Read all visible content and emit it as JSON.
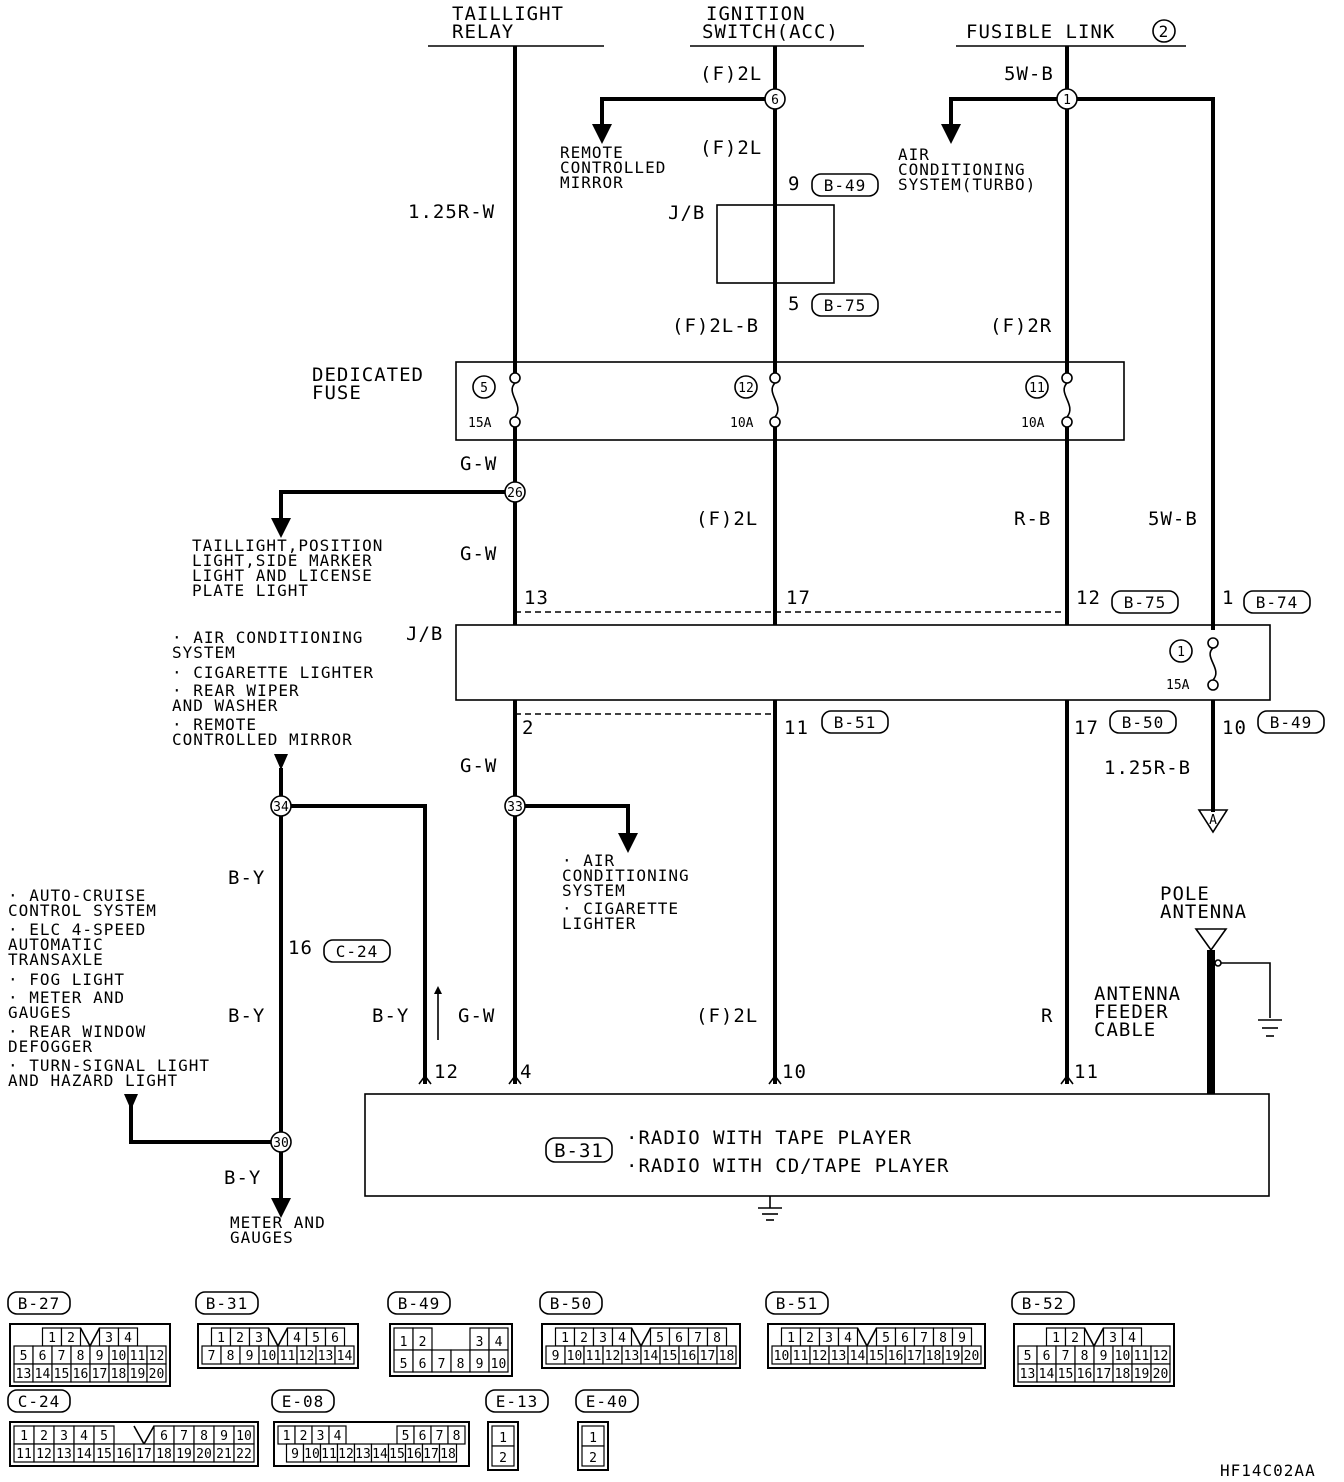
{
  "sources": {
    "taillight_relay": [
      "TAILLIGHT",
      "RELAY"
    ],
    "ignition_switch": [
      "IGNITION",
      "SWITCH(ACC)"
    ],
    "fusible_link": "FUSIBLE LINK",
    "fusible_link_num": "2"
  },
  "wires": {
    "f2l_top": "(F)2L",
    "f2l_mid": "(F)2L",
    "w5b": "5W-B",
    "r125w": "1.25R-W",
    "f2lb": "(F)2L-B",
    "f2r": "(F)2R",
    "gw1": "G-W",
    "gw2": "G-W",
    "gw3": "G-W",
    "gw4": "G-W",
    "f2l_3": "(F)2L",
    "rb": "R-B",
    "w5b_2": "5W-B",
    "r125b": "1.25R-B",
    "by1": "B-Y",
    "by2": "B-Y",
    "by3": "B-Y",
    "by4": "B-Y",
    "f2l_4": "(F)2L",
    "r": "R"
  },
  "splices": {
    "s6": "6",
    "s1": "1",
    "s26": "26",
    "s34": "34",
    "s33": "33",
    "s30": "30"
  },
  "branch_labels": {
    "remote_mirror": [
      "REMOTE",
      "CONTROLLED",
      "MIRROR"
    ],
    "ac_turbo": [
      "AIR",
      "CONDITIONING",
      "SYSTEM(TURBO)"
    ],
    "taillight_pos": [
      "TAILLIGHT,POSITION",
      "LIGHT,SIDE MARKER",
      "LIGHT AND LICENSE",
      "PLATE LIGHT"
    ],
    "left_list": [
      "· AIR CONDITIONING",
      "  SYSTEM",
      "· CIGARETTE LIGHTER",
      "· REAR WIPER",
      "  AND WASHER",
      "· REMOTE",
      "  CONTROLLED MIRROR"
    ],
    "ac_cig": [
      "· AIR",
      "  CONDITIONING",
      "  SYSTEM",
      "· CIGARETTE",
      "  LIGHTER"
    ],
    "cruise_list": [
      "· AUTO-CRUISE",
      "  CONTROL SYSTEM",
      "· ELC 4-SPEED",
      "  AUTOMATIC",
      "  TRANSAXLE",
      "· FOG LIGHT",
      "· METER AND",
      "  GAUGES",
      "· REAR WINDOW",
      "  DEFOGGER",
      "· TURN-SIGNAL LIGHT",
      "  AND HAZARD LIGHT"
    ],
    "meter_gauges": [
      "METER AND",
      "GAUGES"
    ],
    "pole_antenna": [
      "POLE",
      "ANTENNA"
    ],
    "antenna_cable": [
      "ANTENNA",
      "FEEDER",
      "CABLE"
    ],
    "arrow_a": "A"
  },
  "jb_label": "J/B",
  "jb_label2": "J/B",
  "dedicated_fuse": [
    "DEDICATED",
    "FUSE"
  ],
  "fuses": [
    {
      "num": "5",
      "amp": "15A"
    },
    {
      "num": "12",
      "amp": "10A"
    },
    {
      "num": "11",
      "amp": "10A"
    }
  ],
  "jb_fuse": {
    "num": "1",
    "amp": "15A"
  },
  "pins": {
    "p9": "9",
    "p5": "5",
    "p13": "13",
    "p17": "17",
    "p12": "12",
    "p1": "1",
    "p2": "2",
    "p11": "11",
    "p17b": "17",
    "p10": "10",
    "p16": "16",
    "r12": "12",
    "r4": "4",
    "r10": "10",
    "r11": "11"
  },
  "connectors": {
    "b49a": "B-49",
    "b75a": "B-75",
    "b75b": "B-75",
    "b74": "B-74",
    "b51": "B-51",
    "b50": "B-50",
    "b49b": "B-49",
    "c24": "C-24",
    "b31": "B-31"
  },
  "radio": [
    "·RADIO WITH TAPE PLAYER",
    "·RADIO WITH CD/TAPE PLAYER"
  ],
  "connector_views": [
    {
      "name": "B-27",
      "rows": [
        [
          "",
          "1",
          "2",
          "V",
          "3",
          "4",
          ""
        ],
        [
          "5",
          "6",
          "7",
          "8",
          "9",
          "10",
          "11",
          "12"
        ],
        [
          "13",
          "14",
          "15",
          "16",
          "17",
          "18",
          "19",
          "20"
        ]
      ]
    },
    {
      "name": "B-31",
      "rows": [
        [
          "1",
          "2",
          "3",
          "V",
          "4",
          "5",
          "6"
        ],
        [
          "7",
          "8",
          "9",
          "10",
          "11",
          "12",
          "13",
          "14"
        ]
      ]
    },
    {
      "name": "B-49",
      "rows": [
        [
          "1",
          "2",
          "",
          "",
          "3",
          "4"
        ],
        [
          "5",
          "6",
          "7",
          "8",
          "9",
          "10"
        ]
      ]
    },
    {
      "name": "B-50",
      "rows": [
        [
          "1",
          "2",
          "3",
          "4",
          "V",
          "5",
          "6",
          "7",
          "8"
        ],
        [
          "9",
          "10",
          "11",
          "12",
          "13",
          "14",
          "15",
          "16",
          "17",
          "18"
        ]
      ]
    },
    {
      "name": "B-51",
      "rows": [
        [
          "1",
          "2",
          "3",
          "4",
          "V",
          "5",
          "6",
          "7",
          "8",
          "9"
        ],
        [
          "10",
          "11",
          "12",
          "13",
          "14",
          "15",
          "16",
          "17",
          "18",
          "19",
          "20"
        ]
      ]
    },
    {
      "name": "B-52",
      "rows": [
        [
          "",
          "1",
          "2",
          "V",
          "3",
          "4",
          ""
        ],
        [
          "5",
          "6",
          "7",
          "8",
          "9",
          "10",
          "11",
          "12"
        ],
        [
          "13",
          "14",
          "15",
          "16",
          "17",
          "18",
          "19",
          "20"
        ]
      ]
    },
    {
      "name": "C-24",
      "rows": [
        [
          "1",
          "2",
          "3",
          "4",
          "5",
          "",
          "V",
          "6",
          "7",
          "8",
          "9",
          "10"
        ],
        [
          "11",
          "12",
          "13",
          "14",
          "15",
          "16",
          "17",
          "18",
          "19",
          "20",
          "21",
          "22"
        ]
      ]
    },
    {
      "name": "E-08",
      "rows": [
        [
          "1",
          "2",
          "3",
          "4",
          "",
          "",
          "",
          "5",
          "6",
          "7",
          "8"
        ],
        [
          "9",
          "10",
          "11",
          "12",
          "13",
          "14",
          "15",
          "16",
          "17",
          "18"
        ]
      ]
    },
    {
      "name": "E-13",
      "rows": [
        [
          "1"
        ],
        [
          "2"
        ]
      ]
    },
    {
      "name": "E-40",
      "rows": [
        [
          "1"
        ],
        [
          "2"
        ]
      ]
    }
  ],
  "diagram_code": "HF14C02AA"
}
